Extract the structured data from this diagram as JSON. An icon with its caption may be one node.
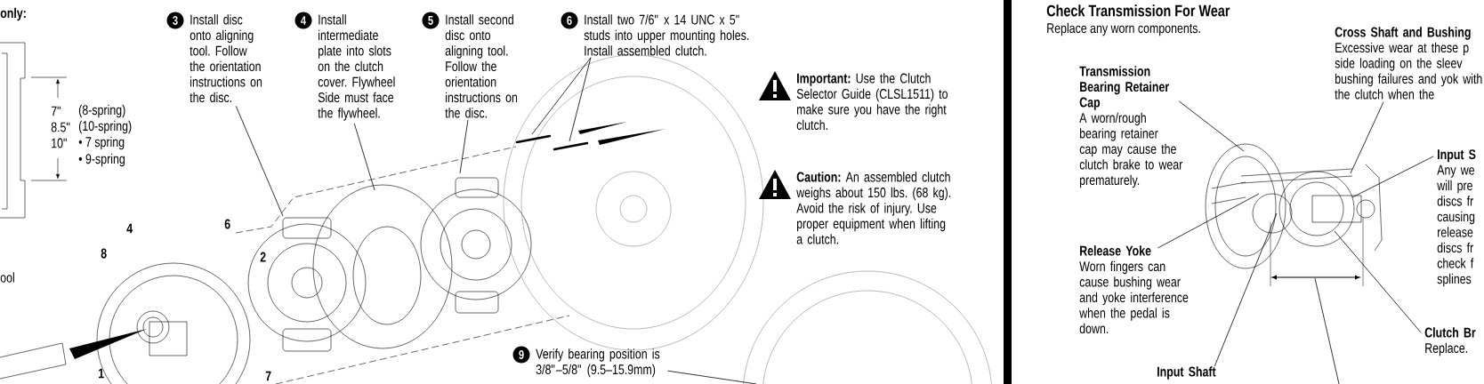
{
  "diagram": {
    "title": "Check Transmission For Wear",
    "nodes": [
      {
        "text": [
          "3",
          "Install disc onto aligning tool. Follow the orientation instructions on the disc."
        ]
      },
      {
        "text": [
          "4",
          "Install intermediate plate into slots on the clutch cover. Flywheel Side must face the flywheel."
        ]
      },
      {
        "text": [
          "5",
          "Install second disc onto aligning tool. Follow the orientation instructions on the disc."
        ]
      },
      {
        "text": [
          "6",
          "Install two 7/6\" x 14 UNC x 5\" studs into upper mounting holes. Install assembled clutch."
        ]
      },
      {
        "text": [
          "**Important:** Use the Clutch Selector Guide (CLSL1511) to make sure you have the right clutch."
        ]
      },
      {
        "text": [
          "**Caution:** An assembled clutch weighs about 150 lbs. (68 kg). Avoid the risk of injury. Use proper equipment when lifting a clutch."
        ]
      },
      {
        "text": [
          "9",
          "Verify bearing position is 3/8\"–5/8\" (9.5–15.9mm)"
        ]
      },
      {
        "text": [
          "Transmission Bearing Retainer Cap",
          "A worn/rough bearing retainer cap may cause the clutch brake to wear prematurely."
        ]
      },
      {
        "text": [
          "Cross Shaft and Bushing",
          "Excessive wear at these p side loading on the sleev bushing failures and yok with the clutch when the"
        ]
      },
      {
        "text": [
          "Input S",
          "Any we will pre discs fr causing release discs fr check f splines"
        ]
      },
      {
        "text": [
          "Release Yoke",
          "Worn fingers can cause bushing wear and yoke interference when the pedal is down."
        ]
      },
      {
        "text": [
          "Clutch Br",
          "Replace."
        ]
      },
      {
        "text": [
          "Input Shaft"
        ]
      },
      {
        "text": [],
        "shape": "picture"
      }
    ],
    "edges": [
      {
        "from": 0,
        "to": null,
        "arrow": "none"
      },
      {
        "from": 1,
        "to": null,
        "arrow": "none"
      },
      {
        "from": 2,
        "to": null,
        "arrow": "none"
      },
      {
        "from": 3,
        "to": null,
        "arrow": "none"
      },
      {
        "from": 3,
        "to": null,
        "arrow": "none"
      },
      {
        "from": 6,
        "to": null,
        "arrow": "none"
      },
      {
        "from": 7,
        "to": 13,
        "arrow": "none"
      },
      {
        "from": 8,
        "to": 13,
        "arrow": "none"
      },
      {
        "from": 9,
        "to": 13,
        "arrow": "none"
      },
      {
        "from": 10,
        "to": 13,
        "arrow": "none"
      },
      {
        "from": 11,
        "to": 13,
        "arrow": "none"
      },
      {
        "from": 12,
        "to": 13,
        "arrow": "none"
      },
      {
        "from": 13,
        "to": null,
        "arrow": "none"
      }
    ],
    "labels": [
      "only:",
      "7\"",
      "(8-spring)",
      "8.5\"",
      "(10-spring)",
      "10\"",
      "• 7 spring",
      "• 9-spring",
      "ool",
      "4",
      "6",
      "8",
      "2",
      "1",
      "7",
      "Replace any worn components."
    ]
  }
}
